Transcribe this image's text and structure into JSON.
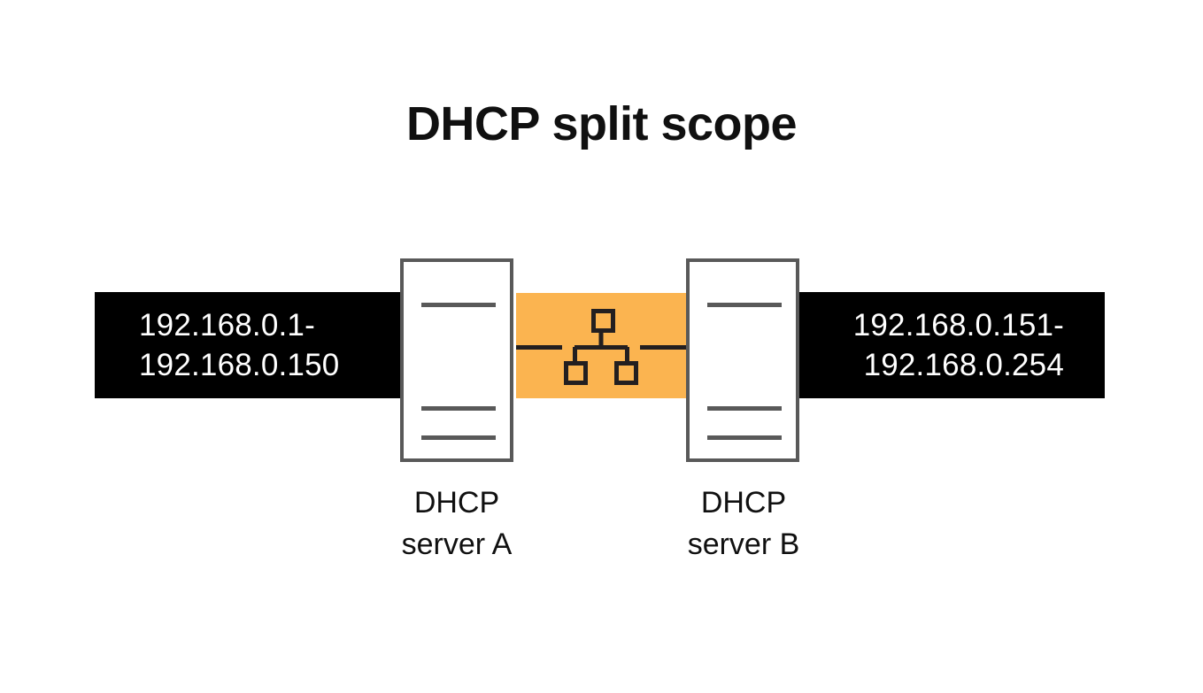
{
  "diagram": {
    "title": "DHCP split scope",
    "type": "network-diagram",
    "background_color": "#ffffff",
    "colors": {
      "scope_bar_fill": "#000000",
      "scope_bar_text": "#ffffff",
      "network_band_fill": "#fbb450",
      "network_icon_stroke": "#231f20",
      "server_stroke": "#595959",
      "title_text": "#101010"
    },
    "scopes": [
      {
        "id": "scope-left",
        "side": "left",
        "range_start": "192.168.0.1",
        "range_end": "192.168.0.150",
        "line1": "192.168.0.1-",
        "line2": "192.168.0.150"
      },
      {
        "id": "scope-right",
        "side": "right",
        "range_start": "192.168.0.151",
        "range_end": "192.168.0.254",
        "line1": "192.168.0.151-",
        "line2": "192.168.0.254"
      }
    ],
    "servers": [
      {
        "id": "server-a",
        "caption_line1": "DHCP",
        "caption_line2": "server A",
        "icon": "server-chassis-icon",
        "slot_count": 3
      },
      {
        "id": "server-b",
        "caption_line1": "DHCP",
        "caption_line2": "server B",
        "icon": "server-chassis-icon",
        "slot_count": 3
      }
    ],
    "network": {
      "icon": "network-hierarchy-icon",
      "node_count": 3,
      "band_label": ""
    }
  }
}
